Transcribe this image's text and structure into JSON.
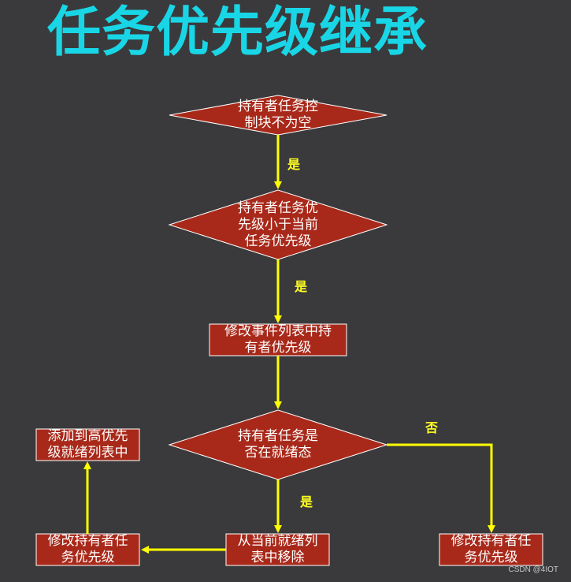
{
  "title": "任务优先级继承",
  "nodes": {
    "d1": "持有者任务控\n制块不为空",
    "d2": "持有者任务优\n先级小于当前\n任务优先级",
    "p1": "修改事件列表中持\n有者优先级",
    "d3": "持有者任务是\n否在就绪态",
    "p_remove": "从当前就绪列\n表中移除",
    "p_modify_left": "修改持有者任\n务优先级",
    "p_add": "添加到高优先\n级就绪列表中",
    "p_modify_right": "修改持有者任\n务优先级"
  },
  "edge_labels": {
    "d1_yes": "是",
    "d2_yes": "是",
    "d3_yes": "是",
    "d3_no": "否"
  },
  "colors": {
    "background": "#3a3a3c",
    "title": "#19d6e6",
    "node_fill": "#a8291a",
    "node_border": "#ffffff",
    "arrow": "#ffff00"
  },
  "watermark": "CSDN @4IOT"
}
